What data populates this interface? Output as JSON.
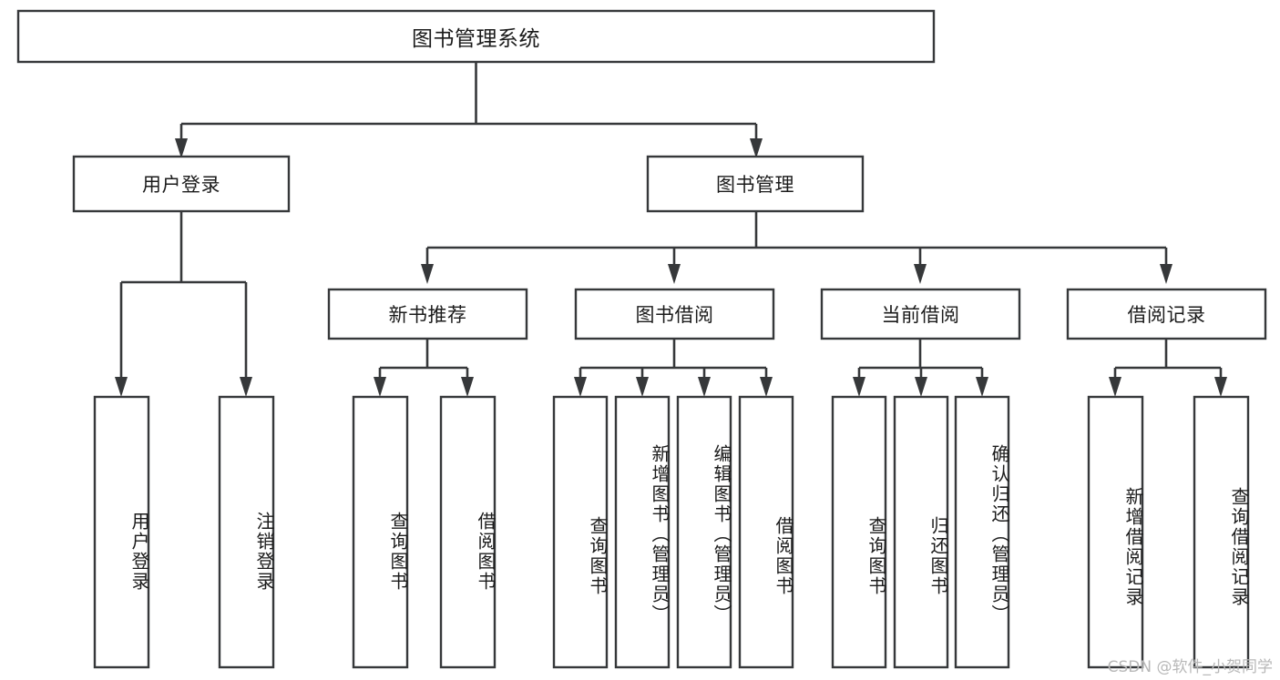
{
  "diagram": {
    "type": "hierarchy-tree",
    "title": "图书管理系统",
    "watermark": "CSDN @软件_小贺同学",
    "nodes": {
      "root": {
        "label": "图书管理系统"
      },
      "level2": [
        {
          "id": "user-login",
          "label": "用户登录"
        },
        {
          "id": "book-management",
          "label": "图书管理"
        }
      ],
      "level3": [
        {
          "id": "new-book-recommend",
          "label": "新书推荐"
        },
        {
          "id": "book-borrow",
          "label": "图书借阅"
        },
        {
          "id": "current-borrow",
          "label": "当前借阅"
        },
        {
          "id": "borrow-record",
          "label": "借阅记录"
        }
      ],
      "leaves": {
        "user-login": [
          {
            "id": "leaf-user-login",
            "label": "用户登录"
          },
          {
            "id": "leaf-logout-login",
            "label": "注销登录"
          }
        ],
        "new-book-recommend": [
          {
            "id": "leaf-query-book-1",
            "label": "查询图书"
          },
          {
            "id": "leaf-borrow-book-1",
            "label": "借阅图书"
          }
        ],
        "book-borrow": [
          {
            "id": "leaf-query-book-2",
            "label": "查询图书"
          },
          {
            "id": "leaf-add-book",
            "label": "新增图书（管理员）"
          },
          {
            "id": "leaf-edit-book",
            "label": "编辑图书（管理员）"
          },
          {
            "id": "leaf-borrow-book-2",
            "label": "借阅图书"
          }
        ],
        "current-borrow": [
          {
            "id": "leaf-query-book-3",
            "label": "查询图书"
          },
          {
            "id": "leaf-return-book",
            "label": "归还图书"
          },
          {
            "id": "leaf-confirm-return",
            "label": "确认归还（管理员）"
          }
        ],
        "borrow-record": [
          {
            "id": "leaf-add-record",
            "label": "新增借阅记录"
          },
          {
            "id": "leaf-query-record",
            "label": "查询借阅记录"
          }
        ]
      }
    },
    "colors": {
      "box_stroke": "#36383a",
      "box_fill": "#ffffff",
      "connector": "#36383a",
      "text": "#1b1b1b",
      "watermark": "#b8b8b8",
      "background": "#ffffff"
    }
  }
}
